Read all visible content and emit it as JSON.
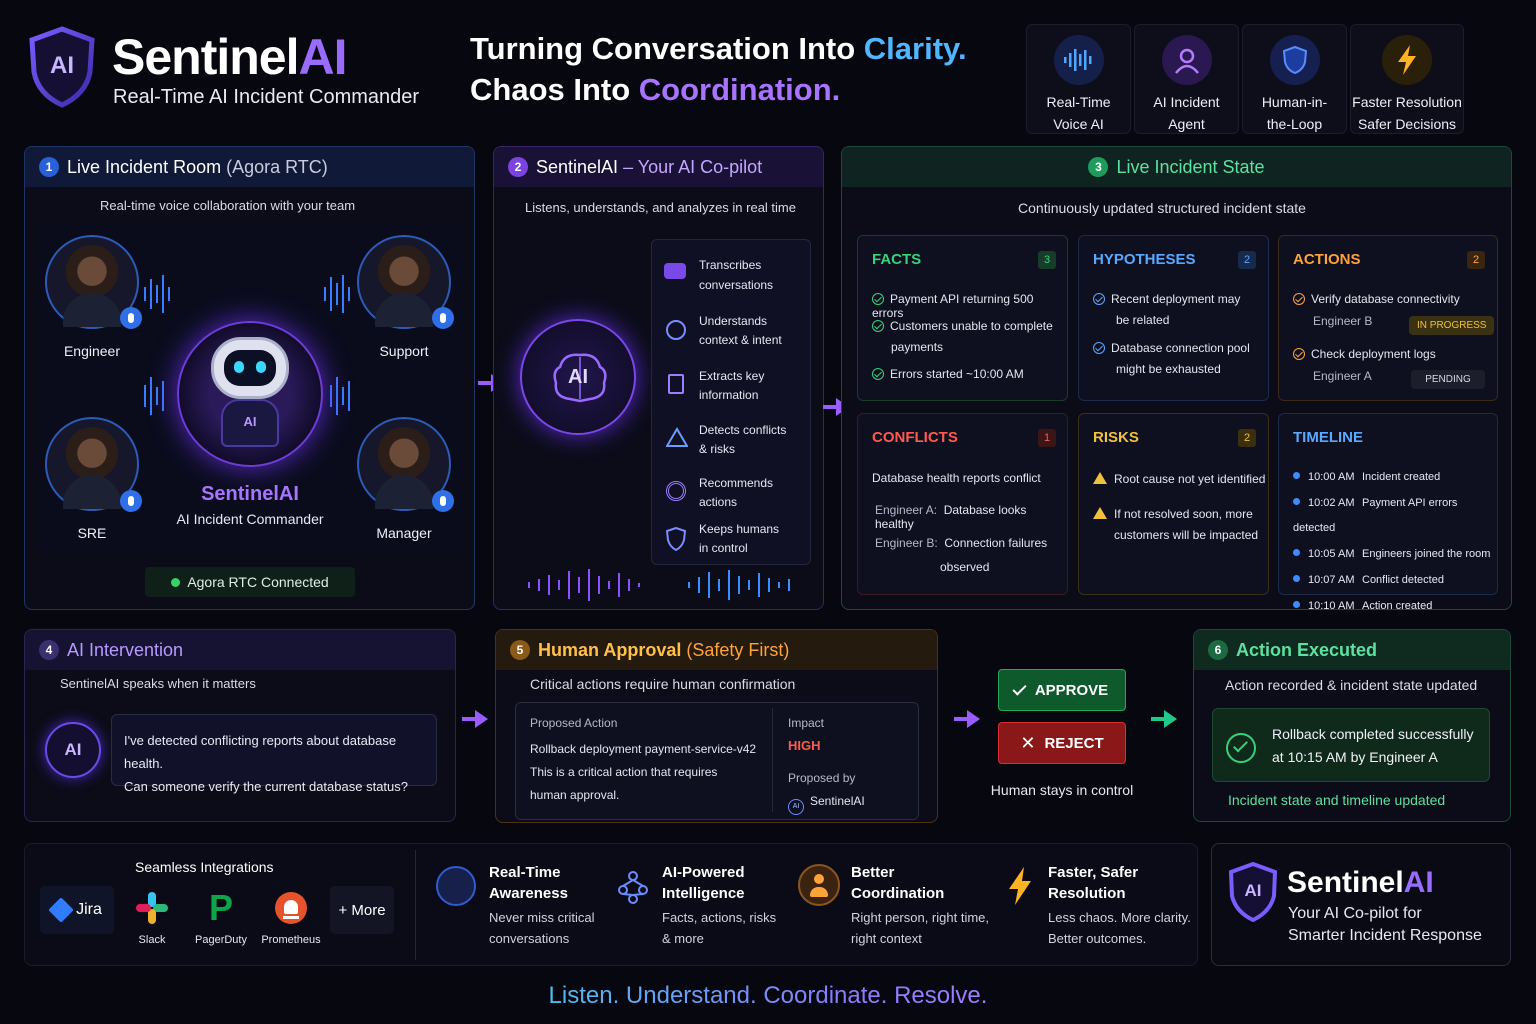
{
  "brand": {
    "name_a": "Sentinel",
    "name_b": "AI",
    "tagline": "Real-Time AI Incident Commander",
    "shield": "AI"
  },
  "headline": {
    "l1a": "Turning Conversation Into ",
    "l1b": "Clarity.",
    "l2a": "Chaos Into ",
    "l2b": "Coordination."
  },
  "features": [
    {
      "l1": "Real-Time",
      "l2": "Voice AI"
    },
    {
      "l1": "AI Incident",
      "l2": "Agent"
    },
    {
      "l1": "Human-in-",
      "l2": "the-Loop"
    },
    {
      "l1": "Faster Resolution",
      "l2": "Safer Decisions"
    }
  ],
  "p1": {
    "num": "1",
    "title": "Live Incident Room",
    "title_suffix": " (Agora RTC)",
    "subtitle": "Real-time voice collaboration with your team",
    "participants": [
      "Engineer",
      "Support",
      "SRE",
      "Manager"
    ],
    "bot_badge": "AI",
    "bot_name": "SentinelAI",
    "bot_role": "AI Incident Commander",
    "status": "Agora RTC Connected"
  },
  "p2": {
    "num": "2",
    "title": "SentinelAI",
    "title_suffix": " – Your AI Co-pilot",
    "subtitle": "Listens, understands, and analyzes in real time",
    "brain": "AI",
    "items": [
      {
        "l1": "Transcribes",
        "l2": "conversations"
      },
      {
        "l1": "Understands",
        "l2": "context & intent"
      },
      {
        "l1": "Extracts key",
        "l2": "information"
      },
      {
        "l1": "Detects conflicts",
        "l2": "& risks"
      },
      {
        "l1": "Recommends",
        "l2": "actions"
      },
      {
        "l1": "Keeps humans",
        "l2": "in control"
      }
    ]
  },
  "p3": {
    "num": "3",
    "title": "Live Incident State",
    "subtitle": "Continuously updated structured incident state",
    "facts": {
      "title": "FACTS",
      "count": "3",
      "items": [
        "Payment API returning 500 errors",
        "Customers unable to complete",
        "payments",
        "Errors started ~10:00 AM"
      ]
    },
    "hyp": {
      "title": "HYPOTHESES",
      "count": "2",
      "items": [
        "Recent deployment may",
        "be related",
        "Database connection pool",
        "might be exhausted"
      ]
    },
    "actions": {
      "title": "ACTIONS",
      "count": "2",
      "a1": "Verify database connectivity",
      "a1_owner": "Engineer B",
      "a1_status": "IN PROGRESS",
      "a2": "Check deployment logs",
      "a2_owner": "Engineer A",
      "a2_status": "PENDING"
    },
    "conflicts": {
      "title": "CONFLICTS",
      "count": "1",
      "head": "Database health reports conflict",
      "r1k": "Engineer A:",
      "r1v": "Database looks healthy",
      "r2k": "Engineer B:",
      "r2v": "Connection failures",
      "r2v2": "observed"
    },
    "risks": {
      "title": "RISKS",
      "count": "2",
      "r1": "Root cause not yet identified",
      "r2a": "If not resolved soon, more",
      "r2b": "customers will be impacted"
    },
    "timeline": {
      "title": "TIMELINE",
      "rows": [
        {
          "t": "10:00 AM",
          "e": "Incident created"
        },
        {
          "t": "10:02 AM",
          "e": "Payment API errors detected"
        },
        {
          "t": "10:05 AM",
          "e": "Engineers joined the room"
        },
        {
          "t": "10:07 AM",
          "e": "Conflict detected"
        },
        {
          "t": "10:10 AM",
          "e": "Action created"
        }
      ]
    }
  },
  "p4": {
    "num": "4",
    "title": "AI Intervention",
    "subtitle": "SentinelAI speaks when it matters",
    "badge": "AI",
    "msg1": "I've detected conflicting reports about database health.",
    "msg2": "Can someone verify the current database status?"
  },
  "p5": {
    "num": "5",
    "title": "Human Approval",
    "title_suffix": " (Safety First)",
    "subtitle": "Critical actions require human confirmation",
    "pa_label": "Proposed Action",
    "pa1": "Rollback deployment payment-service-v42",
    "pa2": "This is a critical action that requires",
    "pa3": "human approval.",
    "impact_label": "Impact",
    "impact": "HIGH",
    "by_label": "Proposed by",
    "by_badge": "AI",
    "by": "SentinelAI"
  },
  "decision": {
    "approve": "APPROVE",
    "reject": "REJECT",
    "note": "Human stays in control"
  },
  "p6": {
    "num": "6",
    "title": "Action Executed",
    "subtitle": "Action recorded & incident state updated",
    "m1": "Rollback completed successfully",
    "m2": "at 10:15 AM by Engineer A",
    "footer": "Incident state and timeline updated"
  },
  "integrations": {
    "title": "Seamless Integrations",
    "jira": "Jira",
    "slack": "Slack",
    "pagerduty": "PagerDuty",
    "pagerduty_logo": "P",
    "prometheus": "Prometheus",
    "more": "+ More"
  },
  "benefits": [
    {
      "t1": "Real-Time",
      "t2": "Awareness",
      "d1": "Never miss critical",
      "d2": "conversations"
    },
    {
      "t1": "AI-Powered",
      "t2": "Intelligence",
      "d1": "Facts, actions, risks",
      "d2": "& more"
    },
    {
      "t1": "Better",
      "t2": "Coordination",
      "d1": "Right person, right time,",
      "d2": "right context"
    },
    {
      "t1": "Faster, Safer",
      "t2": "Resolution",
      "d1": "Less chaos. More clarity.",
      "d2": "Better outcomes."
    }
  ],
  "promo": {
    "shield": "AI",
    "a": "Sentinel",
    "b": "AI",
    "l1": "Your AI Co-pilot for",
    "l2": "Smarter Incident Response"
  },
  "footer": "Listen. Understand. Coordinate. Resolve.",
  "colors": {
    "accent": "#9a5cff",
    "blue": "#3c8cff",
    "green": "#36d27a",
    "orange": "#ffa23a",
    "red": "#ff5a4d"
  }
}
